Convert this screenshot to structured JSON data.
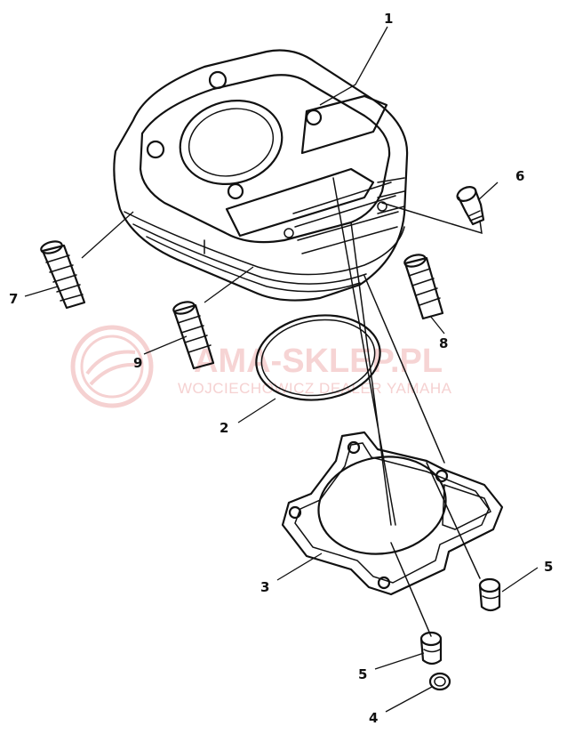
{
  "callouts": [
    {
      "id": "1",
      "label": "1"
    },
    {
      "id": "2",
      "label": "2"
    },
    {
      "id": "3",
      "label": "3"
    },
    {
      "id": "4",
      "label": "4"
    },
    {
      "id": "5a",
      "label": "5"
    },
    {
      "id": "5b",
      "label": "5"
    },
    {
      "id": "6",
      "label": "6"
    },
    {
      "id": "7",
      "label": "7"
    },
    {
      "id": "8",
      "label": "8"
    },
    {
      "id": "9",
      "label": "9"
    }
  ],
  "watermark": {
    "main": "AMA-SKLEP.PL",
    "sub": "WOJCIECHOWICZ DEALER YAMAHA",
    "color": "#f3c6c6"
  }
}
